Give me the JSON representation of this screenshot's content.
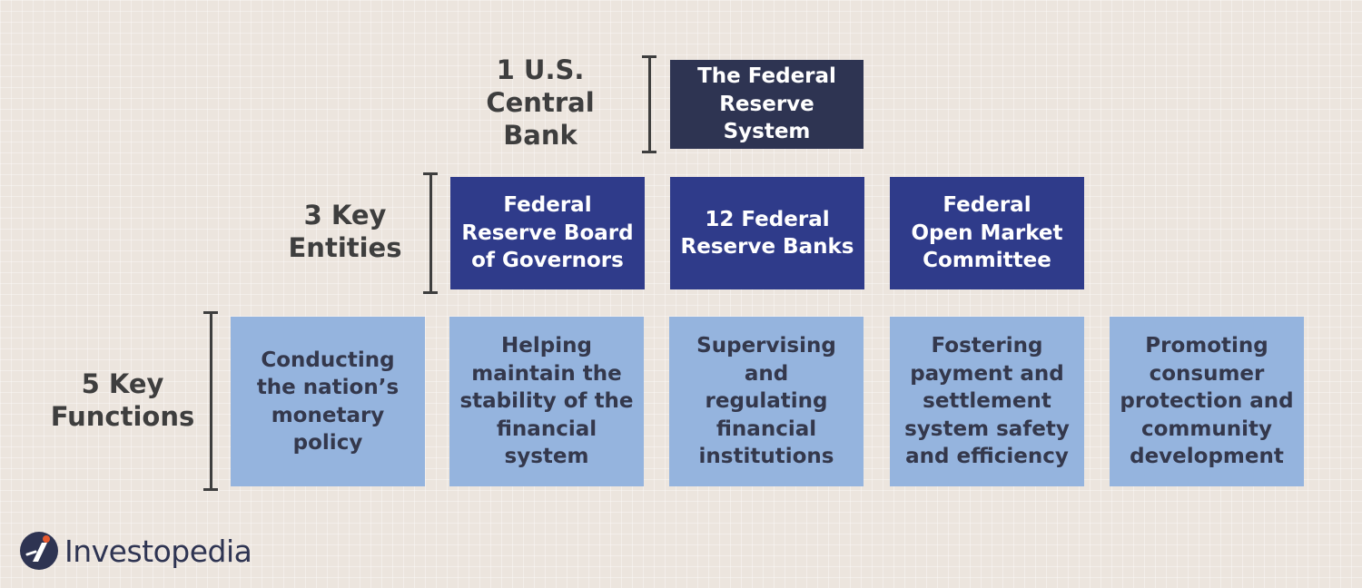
{
  "tiers": {
    "central_bank": {
      "label": "1 U.S.\nCentral Bank",
      "boxes": [
        "The Federal\nReserve System"
      ]
    },
    "entities": {
      "label": "3 Key\nEntities",
      "boxes": [
        "Federal\nReserve Board\nof Governors",
        "12 Federal\nReserve Banks",
        "Federal\nOpen Market\nCommittee"
      ]
    },
    "functions": {
      "label": "5 Key\nFunctions",
      "boxes": [
        "Conducting\nthe nation’s\nmonetary policy",
        "Helping\nmaintain the\nstability of the\nfinancial system",
        "Supervising and\nregulating\nfinancial\ninstitutions",
        "Fostering\npayment and\nsettlement\nsystem safety\nand efficiency",
        "Promoting\nconsumer\nprotection and\ncommunity\ndevelopment"
      ]
    }
  },
  "logo": {
    "text": "Investopedia",
    "icon": "investopedia-i-icon"
  },
  "colors": {
    "background": "#ece5de",
    "box_dark": "#2e3452",
    "box_mid": "#2f3b8a",
    "box_light": "#95b4de",
    "label_text": "#3e3e3e",
    "light_box_text": "#34384c"
  }
}
